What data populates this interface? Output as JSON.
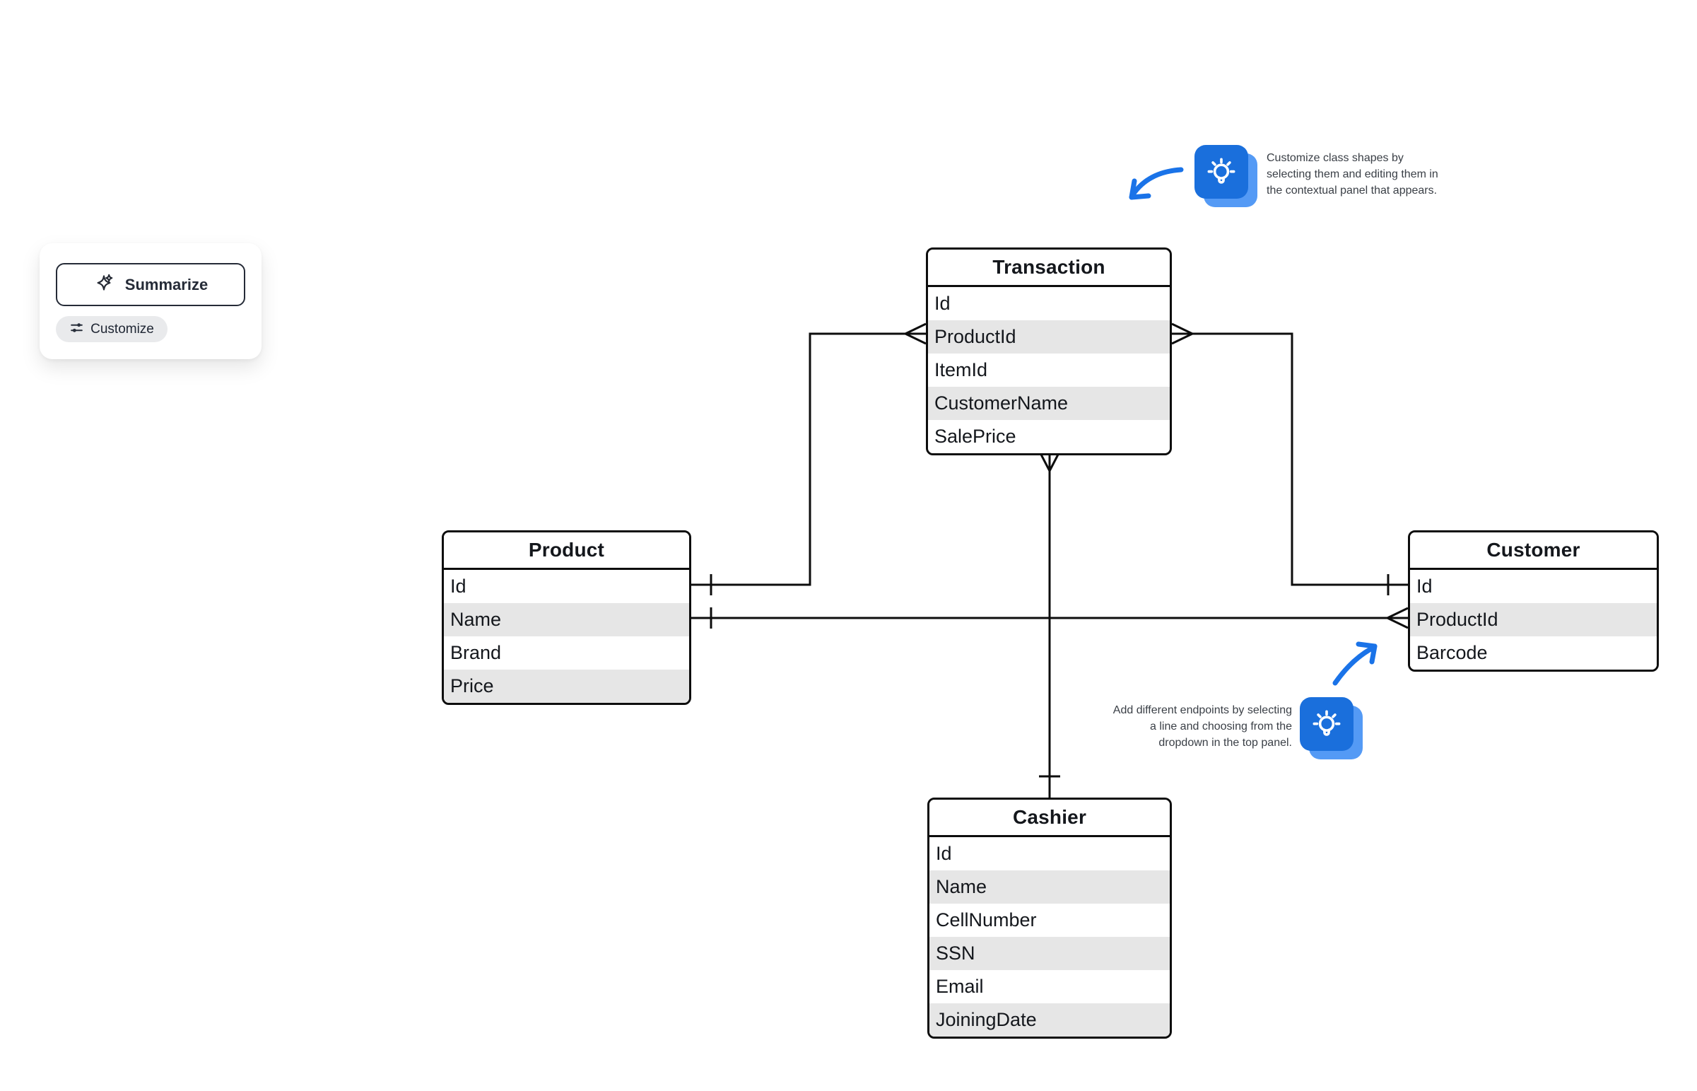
{
  "panel": {
    "summarize_label": "Summarize",
    "customize_label": "Customize"
  },
  "entities": {
    "transaction": {
      "title": "Transaction",
      "fields": [
        "Id",
        "ProductId",
        "ItemId",
        "CustomerName",
        "SalePrice"
      ]
    },
    "product": {
      "title": "Product",
      "fields": [
        "Id",
        "Name",
        "Brand",
        "Price"
      ]
    },
    "customer": {
      "title": "Customer",
      "fields": [
        "Id",
        "ProductId",
        "Barcode"
      ]
    },
    "cashier": {
      "title": "Cashier",
      "fields": [
        "Id",
        "Name",
        "CellNumber",
        "SSN",
        "Email",
        "JoiningDate"
      ]
    }
  },
  "relationships": [
    {
      "from": "Product.Id",
      "to": "Transaction.ProductId",
      "from_cardinality": "one",
      "to_cardinality": "many"
    },
    {
      "from": "Customer.Id",
      "to": "Transaction.ProductId",
      "from_cardinality": "one",
      "to_cardinality": "many"
    },
    {
      "from": "Product.Name",
      "to": "Customer.ProductId",
      "from_cardinality": "one",
      "to_cardinality": "many"
    },
    {
      "from": "Cashier",
      "to": "Transaction",
      "from_cardinality": "one",
      "to_cardinality": "many"
    }
  ],
  "tooltips": {
    "shapes": {
      "lines": [
        "Customize class shapes by",
        "selecting them and editing them in",
        "the contextual panel that appears."
      ]
    },
    "endpoints": {
      "lines": [
        "Add different endpoints by selecting",
        "a line and choosing from the",
        "dropdown in the top panel."
      ]
    }
  },
  "icons": {
    "summarize": "sparkles-icon",
    "customize": "sliders-icon",
    "hints": "lightbulb-icon"
  },
  "colors": {
    "accent_blue": "#1a6fdc",
    "accent_blue_light": "#549af5",
    "line_black": "#0d0d0d",
    "row_alt_gray": "#e6e6e6",
    "hint_text_gray": "#3a3f46",
    "button_dark": "#252b37",
    "pill_gray": "#e9eaec"
  }
}
